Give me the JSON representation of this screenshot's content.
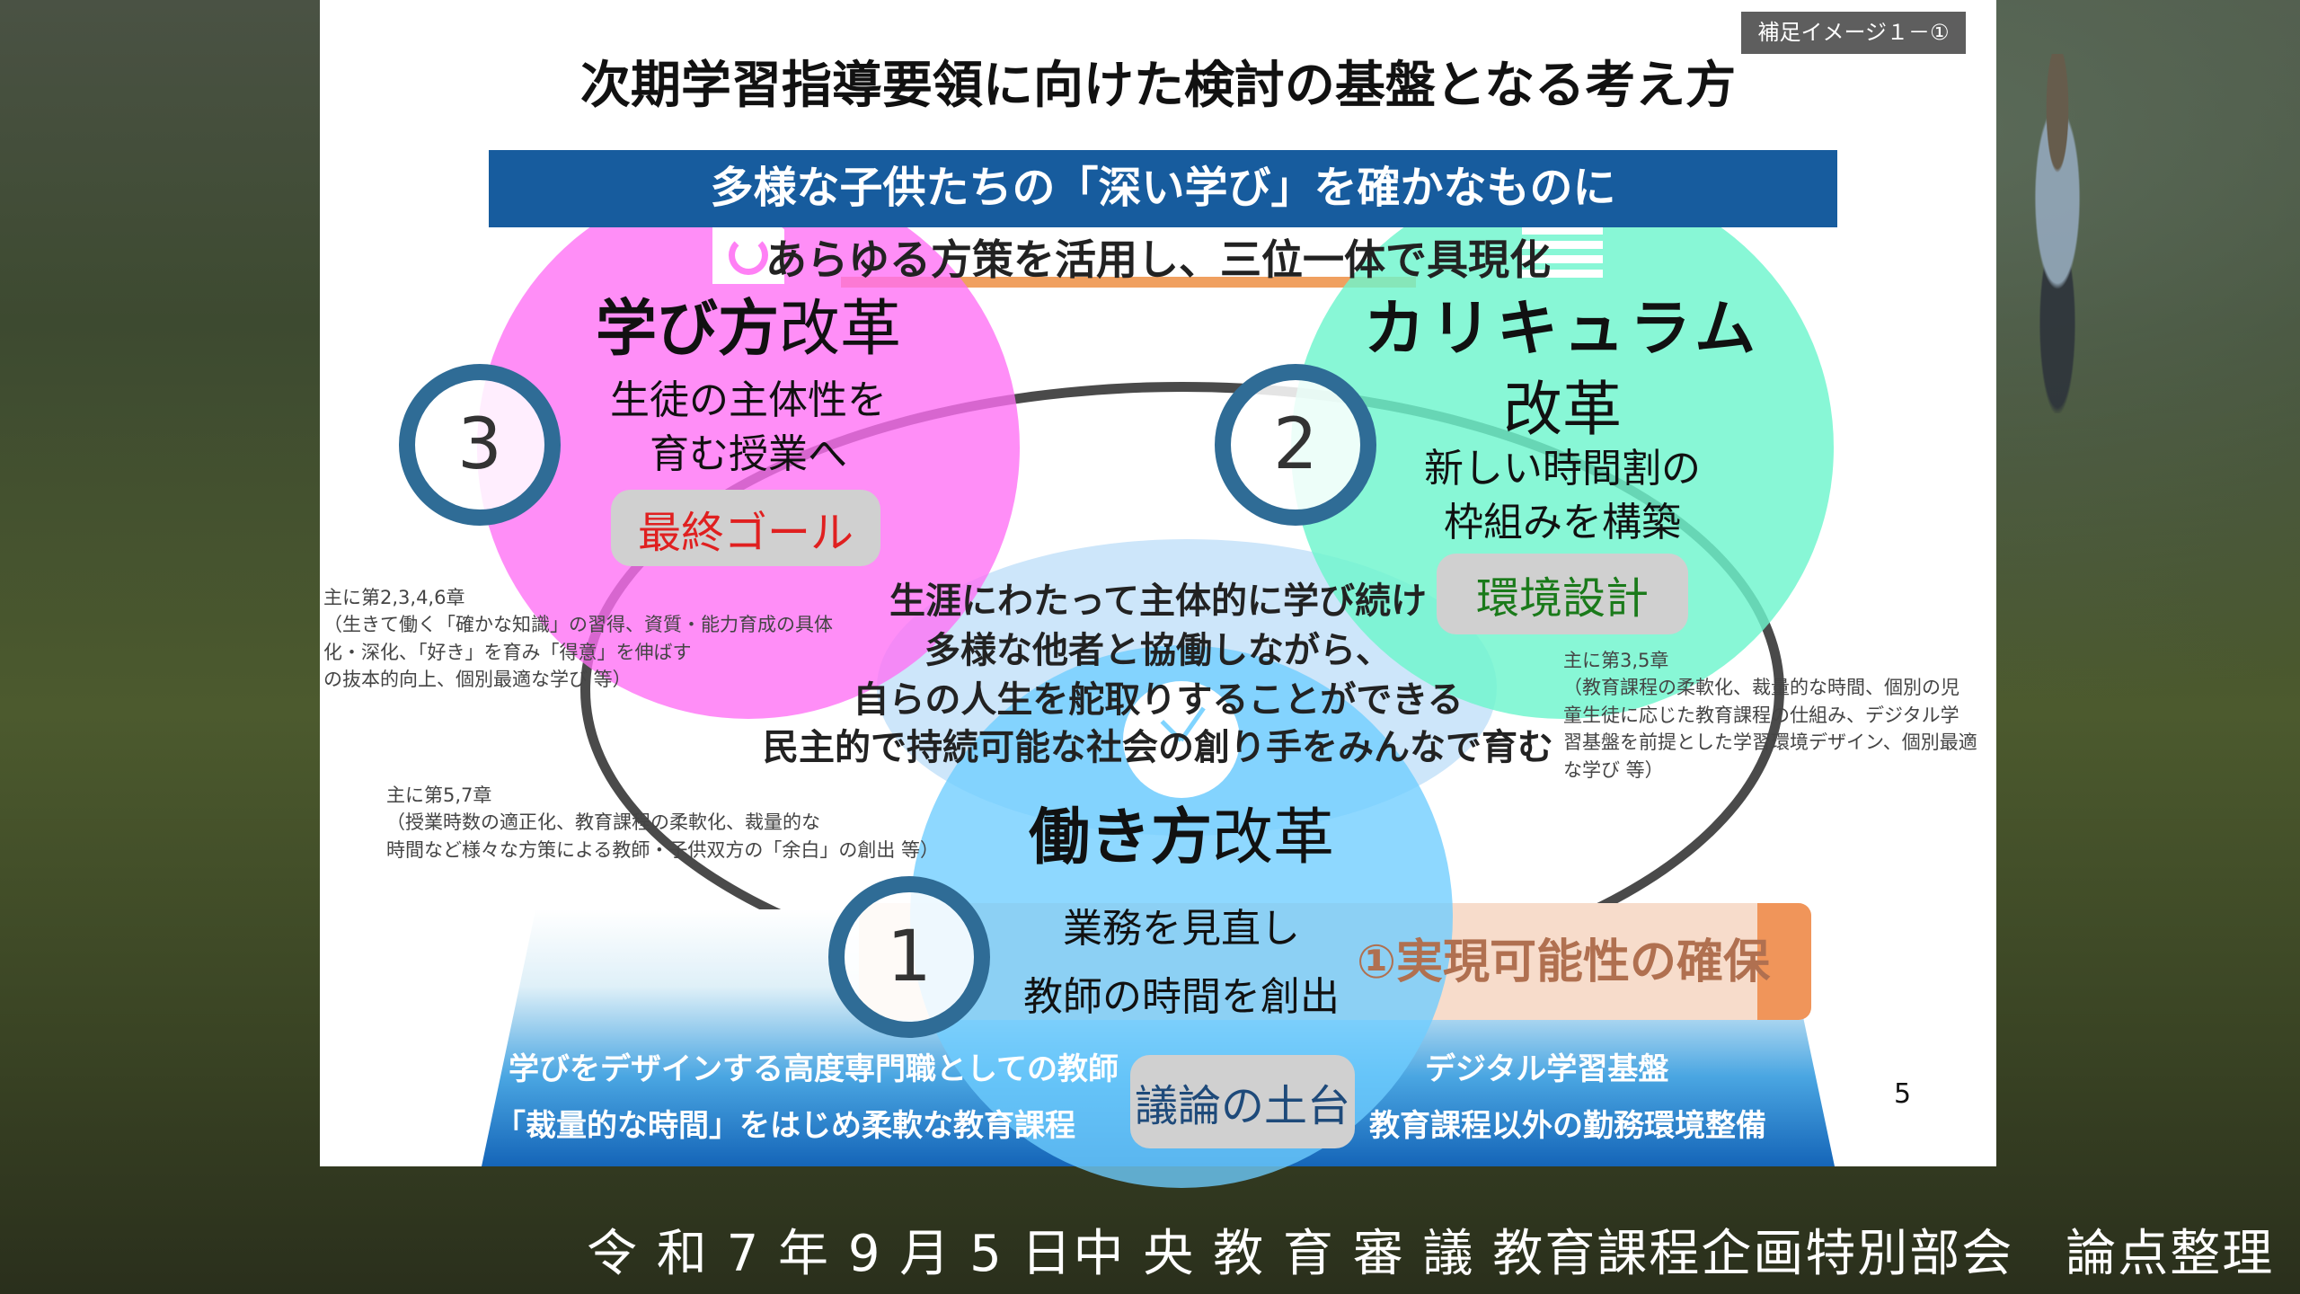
{
  "slide": {
    "badge": "補足イメージ１－①",
    "title": "次期学習指導要領に向けた検討の基盤となる考え方",
    "banner": "多様な子供たちの「深い学び」を確かなものに",
    "subtitle": "あらゆる方策を活用し、三位一体で具現化",
    "core_lines": [
      "生涯にわたって主体的に学び続け",
      "多様な他者と協働しながら、",
      "自らの人生を舵取りすることができる",
      "民主的で持続可能な社会の創り手をみんなで育む"
    ],
    "left_note": [
      "主に第2,3,4,6章",
      "（生きて働く「確かな知識」の習得、資質・能力育成の具体",
      "化・深化、「好き」を育み「得意」を伸ばす",
      "の抜本的向上、個別最適な学び 等）"
    ],
    "right_note": [
      "主に第3,5章",
      "（教育課程の柔軟化、裁量的な時間、個別の児",
      "童生徒に応じた教育課程の仕組み、デジタル学",
      "習基盤を前提とした学習環境デザイン、個別最適",
      "な学び 等）"
    ],
    "bottom_note": [
      "主に第5,7章",
      "（授業時数の適正化、教育課程の柔軟化、裁量的な",
      "時間など様々な方策による教師・子供双方の「余白」の創出 等）"
    ],
    "pillar1": "①実現可能性の確保",
    "base_lines": [
      "学びをデザインする高度専門職としての教師",
      "デジタル学習基盤",
      "「裁量的な時間」をはじめ柔軟な教育課程",
      "教育課程以外の勤務環境整備"
    ],
    "page_number": "5"
  },
  "overlays": {
    "pink": {
      "number": "3",
      "title_bold": "学び方",
      "title_rest": "改革",
      "lines": [
        "生徒の主体性を",
        "育む授業へ"
      ],
      "tag": "最終ゴール",
      "icon": "refresh-document-icon",
      "color": "#ff80f5",
      "tag_color": "#e02020"
    },
    "green": {
      "number": "2",
      "title1": "カリキュラム",
      "title2": "改革",
      "lines": [
        "新しい時間割の",
        "枠組みを構築"
      ],
      "tag": "環境設計",
      "icon": "books-icon",
      "color": "#7ff5d3",
      "tag_color": "#1a7a1a"
    },
    "blue": {
      "number": "1",
      "title_bold": "働き方",
      "title_rest": "改革",
      "lines": [
        "業務を見直し",
        "教師の時間を創出"
      ],
      "tag": "議論の土台",
      "icon": "clock-icon",
      "color": "#7fd4ff",
      "tag_color": "#1e4a7a"
    }
  },
  "caption": "令 和 7 年 9 月 5 日中 央 教 育 審 議 教育課程企画特別部会　論点整理"
}
